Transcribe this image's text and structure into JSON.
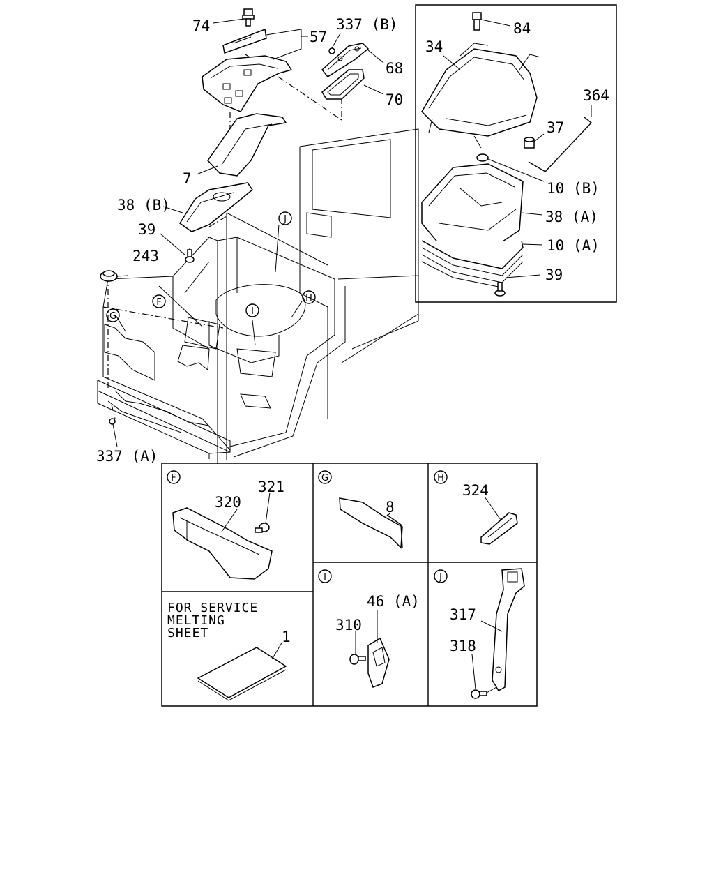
{
  "callouts": {
    "c74": "74",
    "c57": "57",
    "c337b": "337 (B)",
    "c68": "68",
    "c70": "70",
    "c7": "7",
    "c38b": "38 (B)",
    "c39": "39",
    "c243": "243",
    "c337a": "337 (A)",
    "c84": "84",
    "c34": "34",
    "c364": "364",
    "c37": "37",
    "c10b": "10 (B)",
    "c38a": "38 (A)",
    "c10a": "10 (A)",
    "c39b": "39",
    "c320": "320",
    "c321": "321",
    "c8": "8",
    "c324": "324",
    "c46a": "46 (A)",
    "c310": "310",
    "c317": "317",
    "c318": "318",
    "c1": "1"
  },
  "markers": {
    "F": "F",
    "G": "G",
    "H": "H",
    "I": "I",
    "J": "J"
  },
  "note": {
    "line1": "FOR SERVICE",
    "line2": "MELTING",
    "line3": "SHEET"
  }
}
